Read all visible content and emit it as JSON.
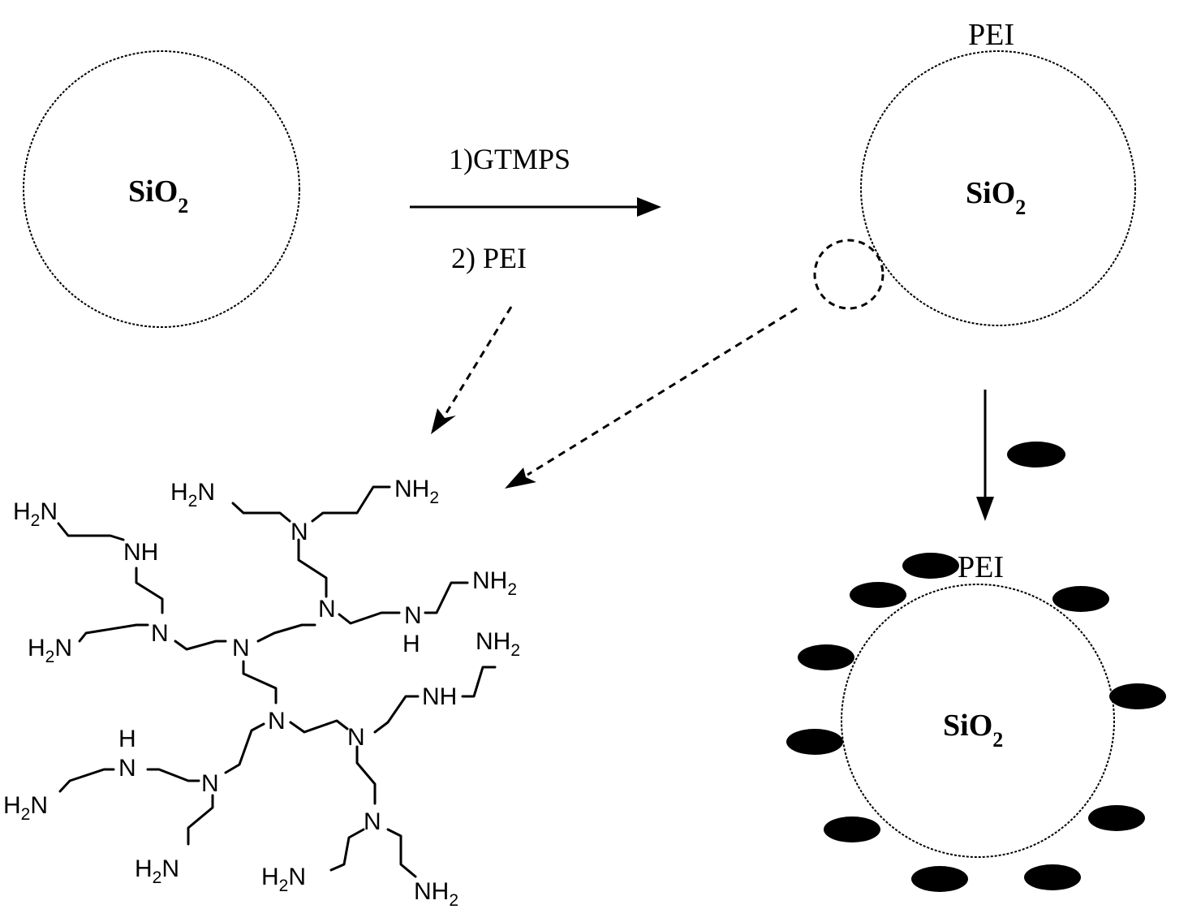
{
  "spheres": {
    "bare": {
      "label_main": "SiO",
      "label_sub": "2"
    },
    "coated": {
      "label_main": "SiO",
      "label_sub": "2",
      "top_label": "PEI"
    },
    "loaded": {
      "label_main": "SiO",
      "label_sub": "2",
      "top_label": "PEI"
    }
  },
  "reaction": {
    "step1": "1)GTMPS",
    "step2": "2)  PEI"
  },
  "pei_structure": {
    "groups": {
      "h2n": "H",
      "h2n_sub": "2",
      "h2n_tail": "N",
      "nh2_head": "NH",
      "nh2_sub": "2",
      "nh": "NH",
      "n": "N",
      "h": "H"
    }
  },
  "colors": {
    "ink": "#000000",
    "background": "#ffffff"
  }
}
